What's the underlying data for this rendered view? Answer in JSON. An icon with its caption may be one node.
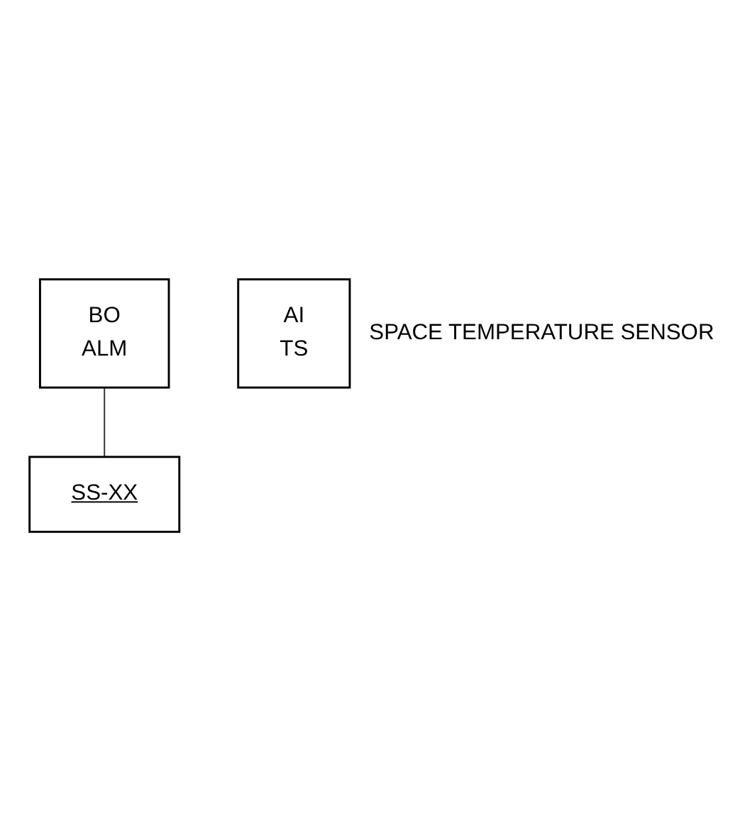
{
  "diagram": {
    "nodes": [
      {
        "text": [
          "BO",
          "ALM"
        ]
      },
      {
        "text": [
          "SS-XX"
        ]
      },
      {
        "text": [
          "AI",
          "TS"
        ],
        "beside": [
          "SPACE TEMPERATURE SENSOR"
        ]
      }
    ],
    "edges": [
      {
        "from": 0,
        "to": 1,
        "arrow": "none"
      }
    ]
  }
}
